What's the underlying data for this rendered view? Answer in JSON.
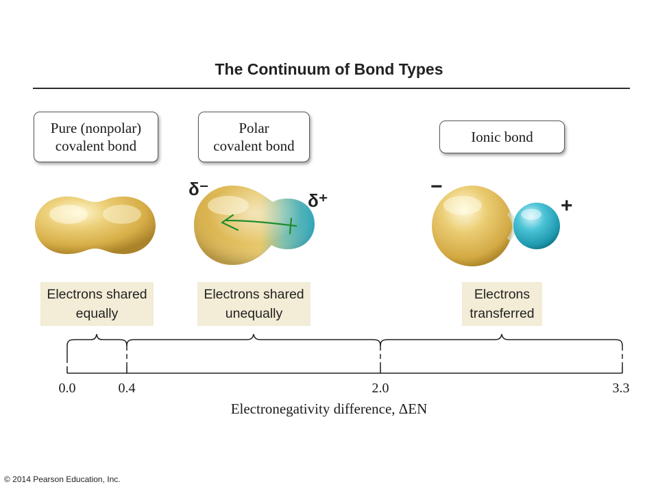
{
  "title": "The Continuum of Bond Types",
  "bond_types": {
    "nonpolar": "Pure (nonpolar)\ncovalent bond",
    "polar": "Polar\ncovalent bond",
    "ionic": "Ionic bond"
  },
  "charges": {
    "delta_minus": "δ⁻",
    "delta_plus": "δ⁺",
    "minus": "−",
    "plus": "+"
  },
  "electron_labels": {
    "equal": "Electrons shared\nequally",
    "unequal": "Electrons shared\nunequally",
    "transferred": "Electrons\ntransferred"
  },
  "axis": {
    "ticks": [
      "0.0",
      "0.4",
      "2.0",
      "3.3"
    ],
    "title": "Electronegativity difference, ΔEN"
  },
  "colors": {
    "electron_cloud_yellow": "#e3bf5a",
    "electron_cloud_teal": "#2aa7bd",
    "label_background": "#f3ecd6",
    "annotation_green": "#1e8c2e"
  },
  "copyright": "© 2014 Pearson Education, Inc."
}
